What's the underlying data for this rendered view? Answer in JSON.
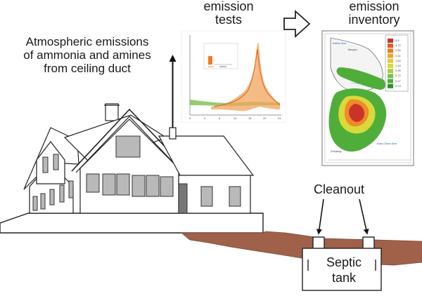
{
  "labels": {
    "atmospheric": [
      "Atmospheric emissions",
      "of ammonia and amines",
      "from ceiling duct"
    ],
    "emission_tests": [
      "emission",
      "tests"
    ],
    "emission_inventory": [
      "emission",
      "inventory"
    ],
    "cleanout": "Cleanout",
    "septic_tank": [
      "Septic",
      "tank"
    ]
  },
  "tests_chart": {
    "x_ticks": [
      "0",
      "4",
      "8",
      "12",
      "16",
      "20",
      "24"
    ]
  },
  "inventory_map": {
    "place_names": [
      "Jiangsu",
      "Yellow Sea",
      "Zhejiang",
      "East China Sea"
    ],
    "legend_values": [
      "4.6",
      "3.72",
      "2.84",
      "2.41",
      "1.83",
      "1.43",
      "0.95",
      "0.72",
      "0.47",
      "0.13"
    ]
  },
  "colors": {
    "soil": "#a0614b",
    "chart_orange": "#f2a45c",
    "map_green": "#4fae3a",
    "map_red": "#c8342a"
  }
}
